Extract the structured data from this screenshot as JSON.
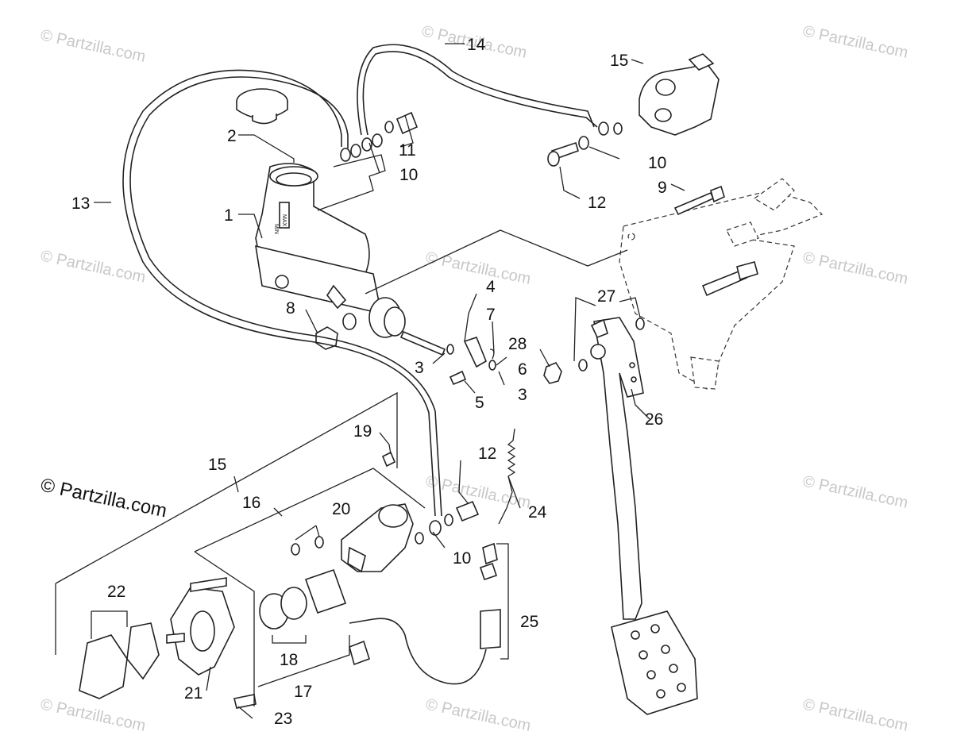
{
  "watermarks": [
    "© Partzilla.com",
    "© Partzilla.com",
    "© Partzilla.com",
    "© Partzilla.com",
    "© Partzilla.com",
    "© Partzilla.com",
    "© Partzilla.com",
    "© Partzilla.com",
    "© Partzilla.com",
    "© Partzilla.com",
    "© Partzilla.com"
  ],
  "watermark_main": "© Partzilla.com",
  "callouts": {
    "c1": "1",
    "c2": "2",
    "c3a": "3",
    "c3b": "3",
    "c4": "4",
    "c5": "5",
    "c6": "6",
    "c7": "7",
    "c8": "8",
    "c9": "9",
    "c10a": "10",
    "c10b": "10",
    "c10c": "10",
    "c11": "11",
    "c12a": "12",
    "c12b": "12",
    "c13": "13",
    "c14": "14",
    "c15a": "15",
    "c15b": "15",
    "c16": "16",
    "c17": "17",
    "c18": "18",
    "c19": "19",
    "c20": "20",
    "c21": "21",
    "c22": "22",
    "c23": "23",
    "c24": "24",
    "c25": "25",
    "c26": "26",
    "c27": "27",
    "c28": "28"
  },
  "reservoir_marks": {
    "max": "MAX",
    "min": "MIN"
  }
}
